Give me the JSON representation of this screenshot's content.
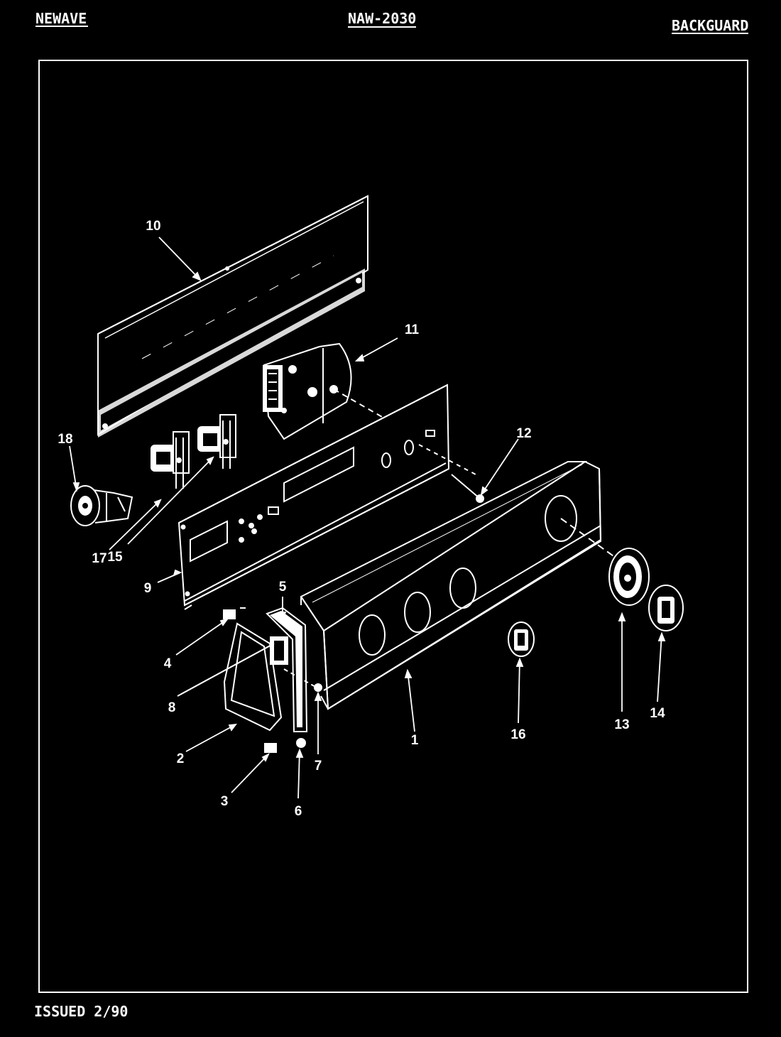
{
  "header": {
    "brand": "NEWAVE",
    "model": "NAW-2030",
    "section": "BACKGUARD"
  },
  "footer": {
    "issued": "ISSUED 2/90"
  },
  "callouts": {
    "c1": "1",
    "c2": "2",
    "c3": "3",
    "c4": "4",
    "c5": "5",
    "c6": "6",
    "c7": "7",
    "c8": "8",
    "c9": "9",
    "c10": "10",
    "c11": "11",
    "c12": "12",
    "c13": "13",
    "c14": "14",
    "c15": "15",
    "c16": "16",
    "c17": "17",
    "c18": "18"
  },
  "colors": {
    "background": "#000000",
    "ink": "#ffffff"
  }
}
